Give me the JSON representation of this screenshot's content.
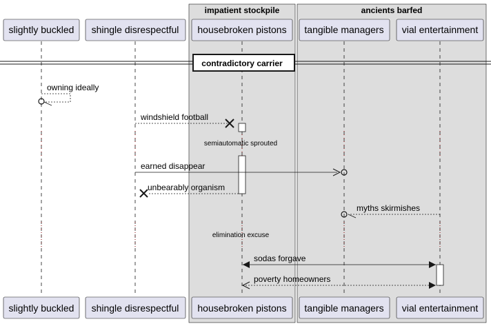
{
  "boxes": [
    {
      "title": "impatient stockpile"
    },
    {
      "title": "ancients barfed"
    }
  ],
  "participants": [
    {
      "name": "slightly buckled"
    },
    {
      "name": "shingle disrespectful"
    },
    {
      "name": "housebroken pistons"
    },
    {
      "name": "tangible managers"
    },
    {
      "name": "vial entertainment"
    }
  ],
  "divider": {
    "label": "contradictory carrier"
  },
  "messages": [
    {
      "label": "owning ideally"
    },
    {
      "label": "windshield football"
    },
    {
      "label": "earned disappear"
    },
    {
      "label": "unbearably organism"
    },
    {
      "label": "myths skirmishes"
    },
    {
      "label": "sodas forgave"
    },
    {
      "label": "poverty homeowners"
    }
  ],
  "delays": [
    {
      "label": "semiautomatic sprouted"
    },
    {
      "label": "elimination excuse"
    }
  ],
  "colors": {
    "participant_fill": "#e2e2f0",
    "participant_stroke": "#181818",
    "box_fill": "#dddddd",
    "line": "#181818",
    "lifeline": "#181818",
    "delay_dots": "#8b0000"
  }
}
